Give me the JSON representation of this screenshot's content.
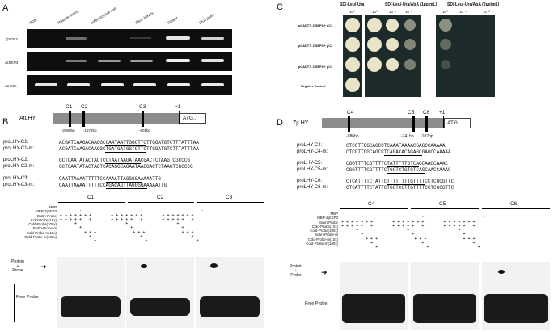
{
  "panels": {
    "A": {
      "letter": "A",
      "tissues": [
        "Root",
        "Rosette leaves",
        "Inflorescence axis",
        "Stem leaves",
        "Flower",
        "Fruit pods"
      ],
      "rows": [
        "ZjSEP3",
        "AtSEP3",
        "AtActin"
      ]
    },
    "B": {
      "letter": "B",
      "gene": "AtLHY",
      "elements": [
        "C1",
        "C2",
        "C3",
        "+1"
      ],
      "positions": [
        "-2580bp",
        "-1872bp",
        "-801bp"
      ],
      "atg": "ATG...",
      "probes": [
        {
          "name": "proLHY-C1:",
          "seq": "ACGATCAAGACAAGGCCAATAATTGGCTTCTTGGATGTCTTTATTTAA"
        },
        {
          "name": "proLHY-C1-m:",
          "seq": "ACGATCAAGACAAGGCTGATGATGGTCTTCTTGGATGTCTTTATTTAA"
        },
        {
          "name": "proLHY-C2:",
          "seq": "GCTCAATATACTACTCCTAATAAGATAACGACTCTAAGTCGCCCG"
        },
        {
          "name": "proLHY-C2-m:",
          "seq": "GCTCAATATACTACTCACAGGCAGAATAACGACTCTAAGTCGCCCG"
        },
        {
          "name": "proLHY-C3:",
          "seq": "CAATTAAAATTTTTCCAAAATTAGGGGAAAAATTG"
        },
        {
          "name": "proLHY-C3-m:",
          "seq": "CAATTAAAATTTTTCCAGACAGTTAGGGGAAAAATTG"
        }
      ],
      "gel_groups": [
        "C1",
        "C2",
        "C3"
      ],
      "conditions": [
        "MBP",
        "MBP-ZjSEP3",
        "Biotin-Probe",
        "Cold-Probe(10x)",
        "Cold-Probe(100x)",
        "Biotin-Probe-m",
        "Cold-Probe-m(10x)",
        "Cold-Probe-m(100x)"
      ],
      "protein_probe": [
        "Protein",
        "+",
        "Probe"
      ],
      "free_probe": "Free Probe"
    },
    "C": {
      "letter": "C",
      "media": [
        "SD/-Leu/-Ura",
        "SD/-Leu/-Ura/AbA  (1μg/mL)",
        "SD/-Leu/-Ura/AbA  (2μg/mL)"
      ],
      "dilutions": [
        "10⁰",
        "10⁻¹",
        "10⁻²"
      ],
      "rows": [
        "pGADT7- ZjSEP3  +  pC1",
        "pGADT7- ZjSEP3  +  pC2",
        "pGADT7- ZjSEP3  +  pC3",
        "Negative    Control"
      ]
    },
    "D": {
      "letter": "D",
      "gene": "ZjLHY",
      "elements": [
        "C4",
        "C5",
        "C6",
        "+1"
      ],
      "positions": [
        "-986bp",
        "-241bp",
        "-107bp"
      ],
      "atg": "ATG...",
      "probes": [
        {
          "name": "proLHY-C4:",
          "seq": "CTCCTTCGCAGCCTCAAATAAAACGAGCCAAAAA"
        },
        {
          "name": "proLHY-C4-m:",
          "seq": "CTCCTTCGCAGCCTCAGACACAGAGCGAGCCAAAAA"
        },
        {
          "name": "proLHY-C5:",
          "seq": "CGGTTTTCGTTTTCTATTTTTGTCAGCAACCAAAC"
        },
        {
          "name": "proLHY-C5-m:",
          "seq": "CGGTTTTCGTTTTCTGCTCTGTGTCAGCAACCAAAC"
        },
        {
          "name": "proLHY-C6:",
          "seq": "CTCATTTTCTATTCTTTTTTTTGTTTTCCTCGCGTTC"
        },
        {
          "name": "proLHY-C6-m:",
          "seq": "CTCATTTTCTATTCTGGTCCTTGTTTTCCTCGCGTTC"
        }
      ],
      "gel_groups": [
        "C4",
        "C5",
        "C6"
      ],
      "conditions": [
        "MBP",
        "MBP-ZjSEP3",
        "Biotin-Probe",
        "Cold-Probe(10x)",
        "Cold-Probe(100x)",
        "Biotin-Probe-m",
        "Cold-Probe-m(10x)",
        "Cold-Probe-m(100x)"
      ],
      "protein_probe": [
        "Protein",
        "+",
        "Probe"
      ],
      "free_probe": "Free Probe"
    }
  },
  "colors": {
    "gel": "#0e0e0e",
    "band": "#f5f5f5",
    "plate": "#1d2a2a",
    "colony": "#e9e4c8",
    "blot_bg": "#f2f2f2"
  }
}
